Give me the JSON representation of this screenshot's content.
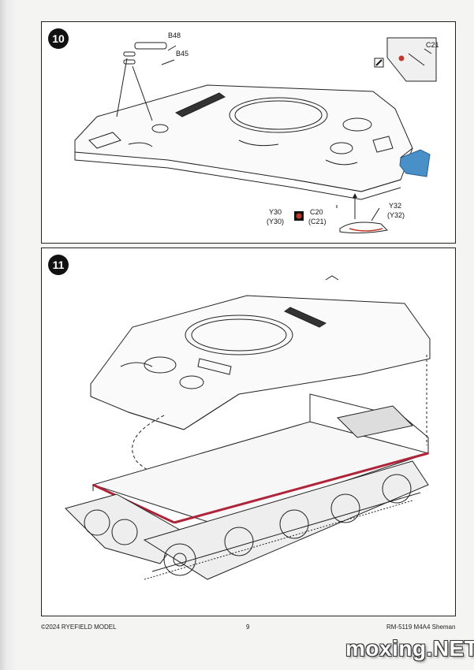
{
  "step10": {
    "number": "10",
    "labels": {
      "b48": "B48",
      "b45": "B45",
      "c21": "C21",
      "y30": "Y30",
      "y30_alt": "(Y30)",
      "c20": "C20",
      "c21_alt": "(C21)",
      "y32": "Y32",
      "y32_alt": "(Y32)"
    }
  },
  "step11": {
    "number": "11"
  },
  "footer": {
    "copyright": "©2024 RYEFIELD MODEL",
    "page_number": "9",
    "model": "RM-5119 M4A4 Sheman"
  },
  "watermark": "moxing.NET",
  "colors": {
    "part_highlight": "#4a90c8",
    "glue_line": "#b0243a",
    "glue_icon": "#c0392b"
  },
  "icons": [
    "glue-icon",
    "cement-bottle-icon"
  ]
}
